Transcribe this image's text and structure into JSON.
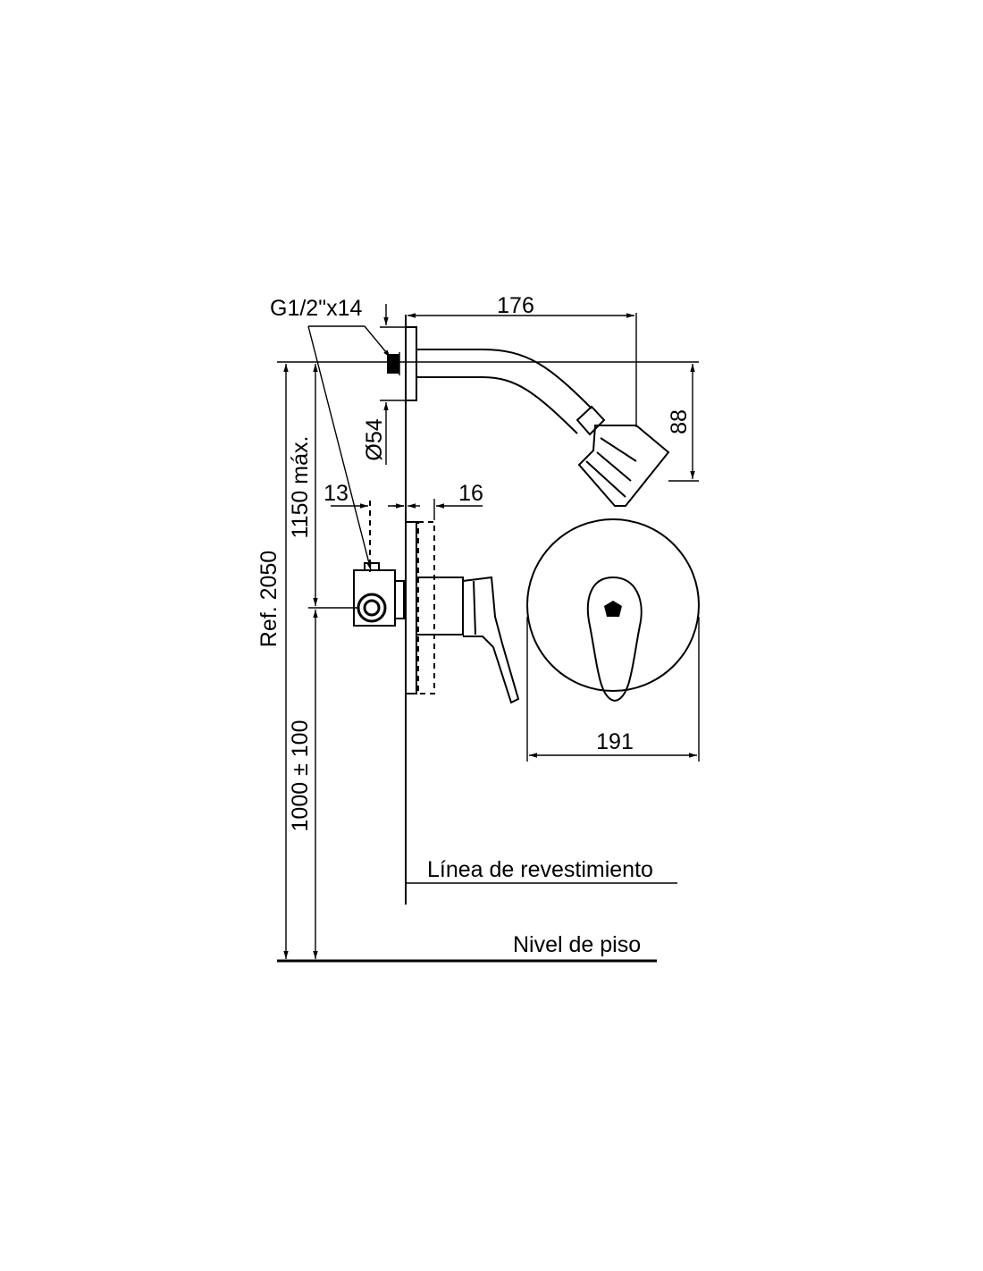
{
  "labels": {
    "thread": "G1/2\"x14",
    "arm_length": "176",
    "head_drop": "88",
    "flange_diameter": "Ø54",
    "max_height": "1150 máx.",
    "ref_height": "Ref. 2050",
    "valve_height": "1000 ± 100",
    "valve_offset": "13",
    "cover_depth": "16",
    "plate_diameter": "191",
    "wall_line": "Línea de revestimiento",
    "floor_line": "Nivel de piso"
  }
}
